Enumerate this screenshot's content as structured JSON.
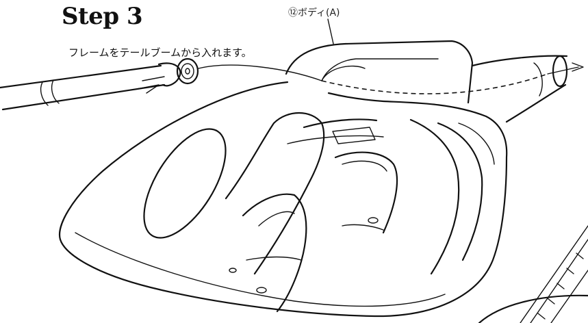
{
  "step_title": "Step 3",
  "part_label": "⑫ボディ(A)",
  "instruction": "フレームをテールブームから入れます。"
}
